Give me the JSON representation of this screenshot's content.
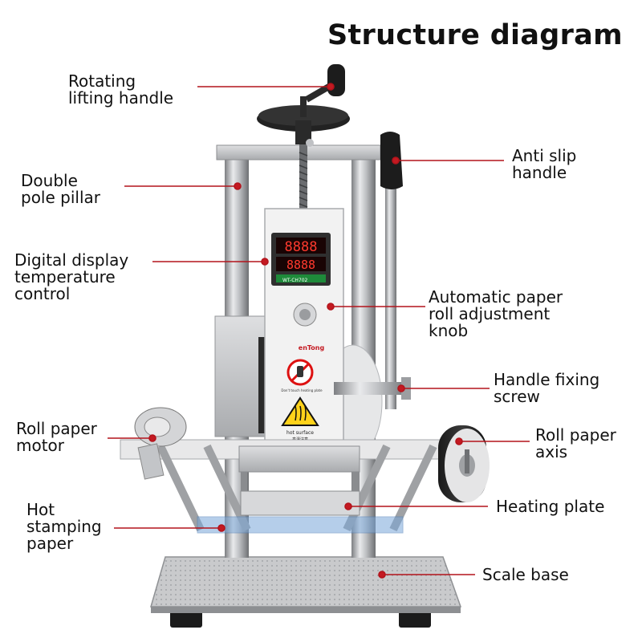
{
  "title": "Structure diagram",
  "colors": {
    "leader_line": "#b3131b",
    "leader_dot": "#c41a22",
    "text": "#111111",
    "background": "#ffffff"
  },
  "photo_markings": {
    "brand": "enTong",
    "controller_model": "WT-CH702",
    "warning_small": "Don't touch heating plate",
    "hot_surface": "hot surface",
    "hot_surface_cn": "高温注意"
  },
  "labels": {
    "rotating_lifting_handle": "Rotating\nlifting handle",
    "double_pole_pillar": "Double\npole pillar",
    "digital_display": "Digital display\ntemperature\ncontrol",
    "roll_paper_motor": "Roll paper\nmotor",
    "hot_stamping_paper": "Hot\nstamping\npaper",
    "anti_slip_handle": "Anti slip\nhandle",
    "paper_roll_knob": "Automatic paper\nroll adjustment\nknob",
    "handle_fixing_screw": "Handle fixing\nscrew",
    "roll_paper_axis": "Roll paper\naxis",
    "heating_plate": "Heating plate",
    "scale_base": "Scale base"
  }
}
